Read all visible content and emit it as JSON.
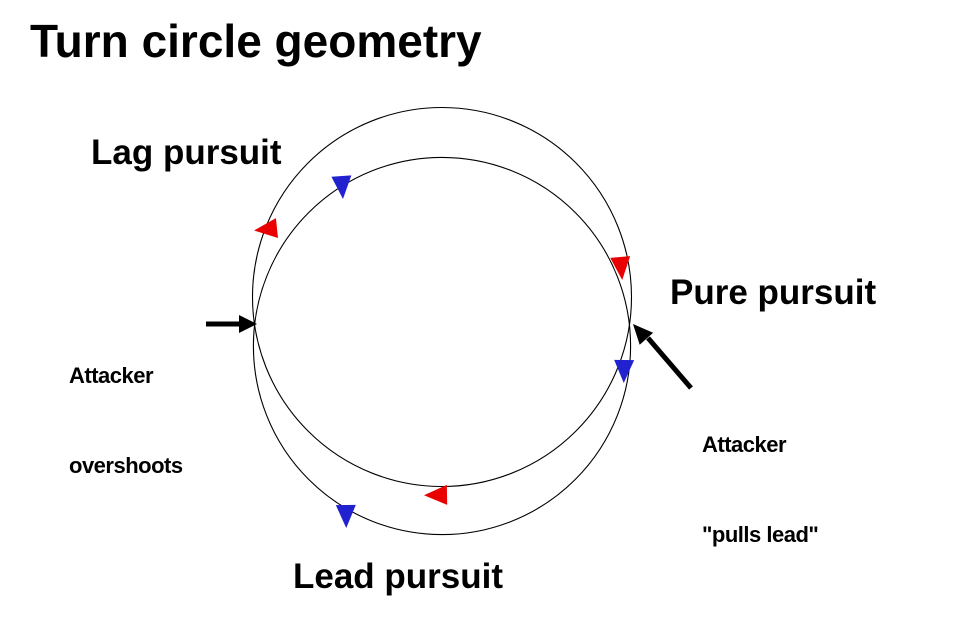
{
  "title": "Turn circle geometry",
  "labels": {
    "lag_pursuit": "Lag pursuit",
    "pure_pursuit": "Pure pursuit",
    "lead_pursuit": "Lead pursuit"
  },
  "annotations": {
    "overshoot": {
      "line1": "Attacker",
      "line2": "overshoots"
    },
    "pulls_lead": {
      "line1": "Attacker",
      "line2": "\"pulls lead\""
    }
  },
  "colors": {
    "defender_red": "#e90000",
    "attacker_blue": "#2121cf",
    "line_black": "#000000",
    "background": "#ffffff"
  },
  "icons": {
    "defender_marker": "red-triangle-aircraft",
    "attacker_marker": "blue-triangle-aircraft",
    "overshoot_pointer": "right-arrow",
    "pulls_lead_pointer": "up-left-arrow"
  }
}
